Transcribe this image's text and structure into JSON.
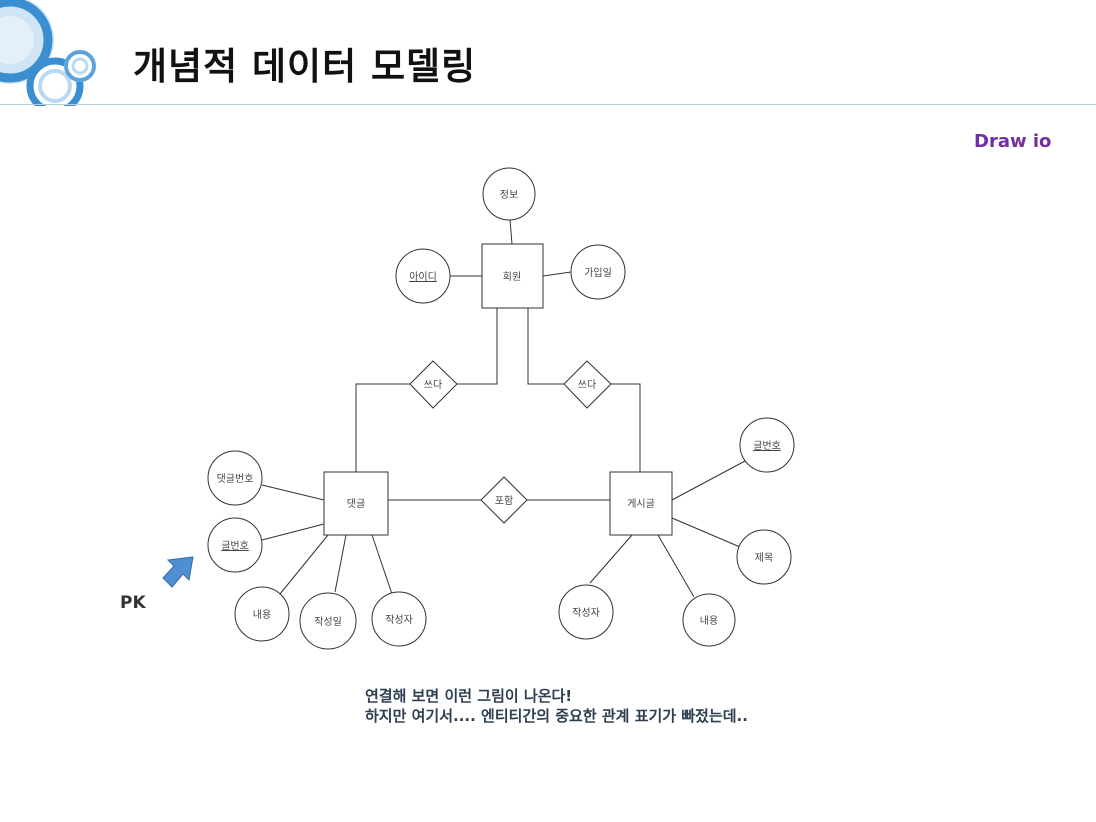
{
  "slide": {
    "title": "개념적 데이터 모델링",
    "tool_label": "Draw io",
    "pk_label": "PK",
    "caption_line1": "연결해 보면 이런 그림이 나온다!",
    "caption_line2": "하지만 여기서.... 엔티티간의 중요한 관계 표기가 빠젔는데.."
  },
  "colors": {
    "title": "#111111",
    "tool_label": "#7030a0",
    "caption": "#2e3f52",
    "arrow": "#4f8fd0",
    "deco_blue": "#3b8ed0",
    "deco_light": "#b9d9f0"
  },
  "diagram": {
    "entities": {
      "member": "회원",
      "comment": "댓글",
      "post": "게시글"
    },
    "relationships": {
      "member_writes_comment": "쓰다",
      "member_writes_post": "쓰다",
      "post_includes_comment": "포함"
    },
    "attributes": {
      "member": [
        "정보",
        "아이디",
        "가입일"
      ],
      "comment": [
        "댓글번호",
        "글번호",
        "내용",
        "작성일",
        "작성자"
      ],
      "post": [
        "글번호",
        "제목",
        "내용",
        "작성자"
      ]
    },
    "primary_keys": [
      "아이디",
      "글번호"
    ]
  }
}
